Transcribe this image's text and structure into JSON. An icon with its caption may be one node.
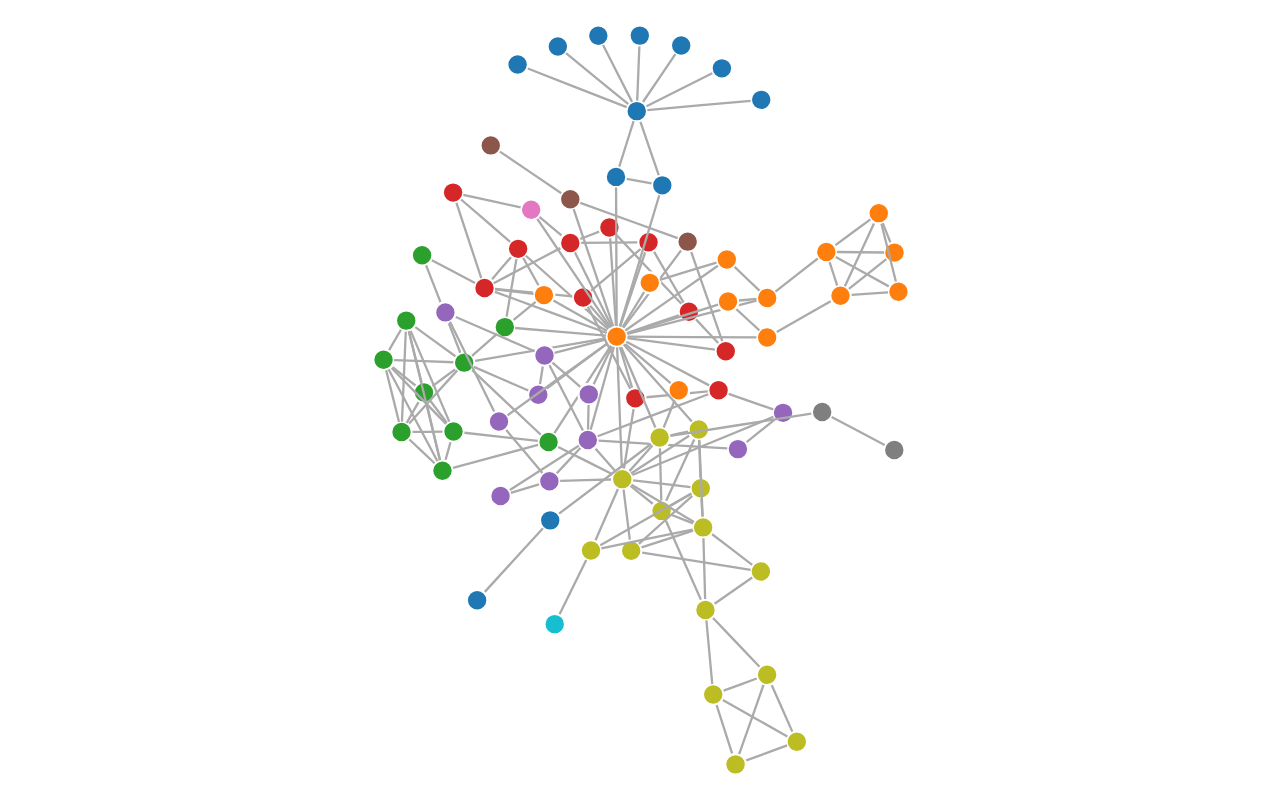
{
  "diagram": {
    "nodes": [
      {
        "text": [],
        "shape": "circle"
      },
      {
        "text": [],
        "shape": "circle"
      },
      {
        "text": [],
        "shape": "circle"
      },
      {
        "text": [],
        "shape": "circle"
      },
      {
        "text": [],
        "shape": "circle"
      },
      {
        "text": [],
        "shape": "circle"
      },
      {
        "text": [],
        "shape": "circle"
      },
      {
        "text": [],
        "shape": "circle"
      },
      {
        "text": [],
        "shape": "circle"
      },
      {
        "text": [],
        "shape": "circle"
      },
      {
        "text": [],
        "shape": "circle"
      },
      {
        "text": [],
        "shape": "circle"
      },
      {
        "text": [],
        "shape": "circle"
      },
      {
        "text": [],
        "shape": "circle"
      },
      {
        "text": [],
        "shape": "circle"
      },
      {
        "text": [],
        "shape": "circle"
      },
      {
        "text": [],
        "shape": "circle"
      },
      {
        "text": [],
        "shape": "circle"
      },
      {
        "text": [],
        "shape": "circle"
      },
      {
        "text": [],
        "shape": "circle"
      },
      {
        "text": [],
        "shape": "circle"
      },
      {
        "text": [],
        "shape": "circle"
      },
      {
        "text": [],
        "shape": "circle"
      },
      {
        "text": [],
        "shape": "circle"
      },
      {
        "text": [],
        "shape": "circle"
      },
      {
        "text": [],
        "shape": "circle"
      },
      {
        "text": [],
        "shape": "circle"
      },
      {
        "text": [],
        "shape": "circle"
      },
      {
        "text": [],
        "shape": "circle"
      },
      {
        "text": [],
        "shape": "circle"
      },
      {
        "text": [],
        "shape": "circle"
      },
      {
        "text": [],
        "shape": "circle"
      },
      {
        "text": [],
        "shape": "circle"
      },
      {
        "text": [],
        "shape": "circle"
      },
      {
        "text": [],
        "shape": "circle"
      },
      {
        "text": [],
        "shape": "circle"
      },
      {
        "text": [],
        "shape": "circle"
      },
      {
        "text": [],
        "shape": "circle"
      },
      {
        "text": [],
        "shape": "circle"
      },
      {
        "text": [],
        "shape": "circle"
      },
      {
        "text": [],
        "shape": "circle"
      },
      {
        "text": [],
        "shape": "circle"
      },
      {
        "text": [],
        "shape": "circle"
      },
      {
        "text": [],
        "shape": "circle"
      },
      {
        "text": [],
        "shape": "circle"
      },
      {
        "text": [],
        "shape": "circle"
      },
      {
        "text": [],
        "shape": "circle"
      },
      {
        "text": [],
        "shape": "circle"
      },
      {
        "text": [],
        "shape": "circle"
      },
      {
        "text": [],
        "shape": "circle"
      },
      {
        "text": [],
        "shape": "circle"
      },
      {
        "text": [],
        "shape": "circle"
      },
      {
        "text": [],
        "shape": "circle"
      },
      {
        "text": [],
        "shape": "circle"
      },
      {
        "text": [],
        "shape": "circle"
      },
      {
        "text": [],
        "shape": "circle"
      },
      {
        "text": [],
        "shape": "circle"
      },
      {
        "text": [],
        "shape": "circle"
      },
      {
        "text": [],
        "shape": "circle"
      },
      {
        "text": [],
        "shape": "circle"
      },
      {
        "text": [],
        "shape": "circle"
      },
      {
        "text": [],
        "shape": "circle"
      },
      {
        "text": [],
        "shape": "circle"
      },
      {
        "text": [],
        "shape": "circle"
      },
      {
        "text": [],
        "shape": "circle"
      },
      {
        "text": [],
        "shape": "circle"
      },
      {
        "text": [],
        "shape": "circle"
      },
      {
        "text": [],
        "shape": "circle"
      },
      {
        "text": [],
        "shape": "circle"
      },
      {
        "text": [],
        "shape": "circle"
      },
      {
        "text": [],
        "shape": "circle"
      },
      {
        "text": [],
        "shape": "circle"
      },
      {
        "text": [],
        "shape": "circle"
      },
      {
        "text": [],
        "shape": "circle"
      },
      {
        "text": [],
        "shape": "circle"
      },
      {
        "text": [],
        "shape": "circle"
      },
      {
        "text": [],
        "shape": "circle"
      }
    ],
    "edges": [
      {
        "from": 0,
        "to": 1,
        "arrow": "none"
      },
      {
        "from": 0,
        "to": 2,
        "arrow": "none"
      },
      {
        "from": 0,
        "to": 3,
        "arrow": "none"
      },
      {
        "from": 0,
        "to": 4,
        "arrow": "none"
      },
      {
        "from": 0,
        "to": 5,
        "arrow": "none"
      },
      {
        "from": 1,
        "to": 2,
        "arrow": "none"
      },
      {
        "from": 1,
        "to": 3,
        "arrow": "none"
      },
      {
        "from": 1,
        "to": 4,
        "arrow": "none"
      },
      {
        "from": 1,
        "to": 5,
        "arrow": "none"
      },
      {
        "from": 2,
        "to": 3,
        "arrow": "none"
      },
      {
        "from": 2,
        "to": 4,
        "arrow": "none"
      },
      {
        "from": 2,
        "to": 5,
        "arrow": "none"
      },
      {
        "from": 3,
        "to": 4,
        "arrow": "none"
      },
      {
        "from": 3,
        "to": 5,
        "arrow": "none"
      },
      {
        "from": 4,
        "to": 5,
        "arrow": "none"
      },
      {
        "from": 0,
        "to": 7,
        "arrow": "none"
      },
      {
        "from": 1,
        "to": 7,
        "arrow": "none"
      },
      {
        "from": 2,
        "to": 7,
        "arrow": "none"
      },
      {
        "from": 3,
        "to": 6,
        "arrow": "none"
      },
      {
        "from": 4,
        "to": 7,
        "arrow": "none"
      },
      {
        "from": 5,
        "to": 6,
        "arrow": "none"
      },
      {
        "from": 6,
        "to": 7,
        "arrow": "none"
      },
      {
        "from": 7,
        "to": 8,
        "arrow": "none"
      },
      {
        "from": 7,
        "to": 9,
        "arrow": "none"
      },
      {
        "from": 7,
        "to": 36,
        "arrow": "none"
      },
      {
        "from": 6,
        "to": 36,
        "arrow": "none"
      },
      {
        "from": 8,
        "to": 22,
        "arrow": "none"
      },
      {
        "from": 9,
        "to": 36,
        "arrow": "none"
      },
      {
        "from": 7,
        "to": 12,
        "arrow": "none"
      },
      {
        "from": 6,
        "to": 58,
        "arrow": "none"
      },
      {
        "from": 10,
        "to": 13,
        "arrow": "none"
      },
      {
        "from": 10,
        "to": 14,
        "arrow": "none"
      },
      {
        "from": 11,
        "to": 14,
        "arrow": "none"
      },
      {
        "from": 11,
        "to": 17,
        "arrow": "none"
      },
      {
        "from": 12,
        "to": 13,
        "arrow": "none"
      },
      {
        "from": 13,
        "to": 14,
        "arrow": "none"
      },
      {
        "from": 14,
        "to": 15,
        "arrow": "none"
      },
      {
        "from": 15,
        "to": 16,
        "arrow": "none"
      },
      {
        "from": 14,
        "to": 17,
        "arrow": "none"
      },
      {
        "from": 16,
        "to": 58,
        "arrow": "none"
      },
      {
        "from": 13,
        "to": 18,
        "arrow": "none"
      },
      {
        "from": 18,
        "to": 19,
        "arrow": "none"
      },
      {
        "from": 17,
        "to": 19,
        "arrow": "none"
      },
      {
        "from": 19,
        "to": 36,
        "arrow": "none"
      },
      {
        "from": 12,
        "to": 36,
        "arrow": "none"
      },
      {
        "from": 13,
        "to": 36,
        "arrow": "none"
      },
      {
        "from": 14,
        "to": 36,
        "arrow": "none"
      },
      {
        "from": 17,
        "to": 58,
        "arrow": "none"
      },
      {
        "from": 10,
        "to": 36,
        "arrow": "none"
      },
      {
        "from": 30,
        "to": 16,
        "arrow": "none"
      },
      {
        "from": 30,
        "to": 14,
        "arrow": "none"
      },
      {
        "from": 20,
        "to": 21,
        "arrow": "none"
      },
      {
        "from": 20,
        "to": 22,
        "arrow": "none"
      },
      {
        "from": 21,
        "to": 22,
        "arrow": "none"
      },
      {
        "from": 22,
        "to": 23,
        "arrow": "none"
      },
      {
        "from": 23,
        "to": 24,
        "arrow": "none"
      },
      {
        "from": 24,
        "to": 25,
        "arrow": "none"
      },
      {
        "from": 25,
        "to": 26,
        "arrow": "none"
      },
      {
        "from": 22,
        "to": 25,
        "arrow": "none"
      },
      {
        "from": 23,
        "to": 27,
        "arrow": "none"
      },
      {
        "from": 27,
        "to": 28,
        "arrow": "none"
      },
      {
        "from": 28,
        "to": 29,
        "arrow": "none"
      },
      {
        "from": 29,
        "to": 35,
        "arrow": "none"
      },
      {
        "from": 24,
        "to": 28,
        "arrow": "none"
      },
      {
        "from": 26,
        "to": 36,
        "arrow": "none"
      },
      {
        "from": 25,
        "to": 36,
        "arrow": "none"
      },
      {
        "from": 27,
        "to": 36,
        "arrow": "none"
      },
      {
        "from": 22,
        "to": 36,
        "arrow": "none"
      },
      {
        "from": 21,
        "to": 36,
        "arrow": "none"
      },
      {
        "from": 23,
        "to": 36,
        "arrow": "none"
      },
      {
        "from": 24,
        "to": 36,
        "arrow": "none"
      },
      {
        "from": 28,
        "to": 36,
        "arrow": "none"
      },
      {
        "from": 29,
        "to": 36,
        "arrow": "none"
      },
      {
        "from": 30,
        "to": 36,
        "arrow": "none"
      },
      {
        "from": 30,
        "to": 26,
        "arrow": "none"
      },
      {
        "from": 21,
        "to": 9,
        "arrow": "none"
      },
      {
        "from": 20,
        "to": 32,
        "arrow": "none"
      },
      {
        "from": 31,
        "to": 36,
        "arrow": "none"
      },
      {
        "from": 31,
        "to": 9,
        "arrow": "none"
      },
      {
        "from": 31,
        "to": 21,
        "arrow": "none"
      },
      {
        "from": 31,
        "to": 22,
        "arrow": "none"
      },
      {
        "from": 32,
        "to": 36,
        "arrow": "none"
      },
      {
        "from": 32,
        "to": 23,
        "arrow": "none"
      },
      {
        "from": 33,
        "to": 34,
        "arrow": "none"
      },
      {
        "from": 34,
        "to": 35,
        "arrow": "none"
      },
      {
        "from": 35,
        "to": 36,
        "arrow": "none"
      },
      {
        "from": 34,
        "to": 36,
        "arrow": "none"
      },
      {
        "from": 36,
        "to": 37,
        "arrow": "none"
      },
      {
        "from": 36,
        "to": 38,
        "arrow": "none"
      },
      {
        "from": 36,
        "to": 39,
        "arrow": "none"
      },
      {
        "from": 36,
        "to": 40,
        "arrow": "none"
      },
      {
        "from": 36,
        "to": 41,
        "arrow": "none"
      },
      {
        "from": 36,
        "to": 42,
        "arrow": "none"
      },
      {
        "from": 38,
        "to": 39,
        "arrow": "none"
      },
      {
        "from": 39,
        "to": 40,
        "arrow": "none"
      },
      {
        "from": 40,
        "to": 41,
        "arrow": "none"
      },
      {
        "from": 41,
        "to": 42,
        "arrow": "none"
      },
      {
        "from": 43,
        "to": 44,
        "arrow": "none"
      },
      {
        "from": 43,
        "to": 45,
        "arrow": "none"
      },
      {
        "from": 43,
        "to": 46,
        "arrow": "none"
      },
      {
        "from": 44,
        "to": 47,
        "arrow": "none"
      },
      {
        "from": 45,
        "to": 46,
        "arrow": "none"
      },
      {
        "from": 46,
        "to": 47,
        "arrow": "none"
      },
      {
        "from": 44,
        "to": 45,
        "arrow": "none"
      },
      {
        "from": 43,
        "to": 47,
        "arrow": "none"
      },
      {
        "from": 44,
        "to": 46,
        "arrow": "none"
      },
      {
        "from": 42,
        "to": 44,
        "arrow": "none"
      },
      {
        "from": 40,
        "to": 43,
        "arrow": "none"
      },
      {
        "from": 37,
        "to": 61,
        "arrow": "none"
      },
      {
        "from": 48,
        "to": 36,
        "arrow": "none"
      },
      {
        "from": 49,
        "to": 36,
        "arrow": "none"
      },
      {
        "from": 48,
        "to": 50,
        "arrow": "none"
      },
      {
        "from": 49,
        "to": 50,
        "arrow": "none"
      },
      {
        "from": 50,
        "to": 51,
        "arrow": "none"
      },
      {
        "from": 50,
        "to": 52,
        "arrow": "none"
      },
      {
        "from": 50,
        "to": 53,
        "arrow": "none"
      },
      {
        "from": 50,
        "to": 54,
        "arrow": "none"
      },
      {
        "from": 50,
        "to": 55,
        "arrow": "none"
      },
      {
        "from": 50,
        "to": 56,
        "arrow": "none"
      },
      {
        "from": 50,
        "to": 57,
        "arrow": "none"
      },
      {
        "from": 48,
        "to": 49,
        "arrow": "none"
      },
      {
        "from": 58,
        "to": 36,
        "arrow": "none"
      },
      {
        "from": 58,
        "to": 59,
        "arrow": "none"
      },
      {
        "from": 58,
        "to": 60,
        "arrow": "none"
      },
      {
        "from": 58,
        "to": 61,
        "arrow": "none"
      },
      {
        "from": 58,
        "to": 62,
        "arrow": "none"
      },
      {
        "from": 58,
        "to": 63,
        "arrow": "none"
      },
      {
        "from": 58,
        "to": 64,
        "arrow": "none"
      },
      {
        "from": 58,
        "to": 65,
        "arrow": "none"
      },
      {
        "from": 59,
        "to": 63,
        "arrow": "none"
      },
      {
        "from": 59,
        "to": 64,
        "arrow": "none"
      },
      {
        "from": 60,
        "to": 61,
        "arrow": "none"
      },
      {
        "from": 60,
        "to": 62,
        "arrow": "none"
      },
      {
        "from": 60,
        "to": 63,
        "arrow": "none"
      },
      {
        "from": 60,
        "to": 64,
        "arrow": "none"
      },
      {
        "from": 61,
        "to": 62,
        "arrow": "none"
      },
      {
        "from": 61,
        "to": 36,
        "arrow": "none"
      },
      {
        "from": 62,
        "to": 63,
        "arrow": "none"
      },
      {
        "from": 62,
        "to": 64,
        "arrow": "none"
      },
      {
        "from": 62,
        "to": 67,
        "arrow": "none"
      },
      {
        "from": 63,
        "to": 64,
        "arrow": "none"
      },
      {
        "from": 63,
        "to": 65,
        "arrow": "none"
      },
      {
        "from": 64,
        "to": 65,
        "arrow": "none"
      },
      {
        "from": 64,
        "to": 66,
        "arrow": "none"
      },
      {
        "from": 64,
        "to": 67,
        "arrow": "none"
      },
      {
        "from": 65,
        "to": 66,
        "arrow": "none"
      },
      {
        "from": 66,
        "to": 67,
        "arrow": "none"
      },
      {
        "from": 67,
        "to": 68,
        "arrow": "none"
      },
      {
        "from": 67,
        "to": 70,
        "arrow": "none"
      },
      {
        "from": 68,
        "to": 69,
        "arrow": "none"
      },
      {
        "from": 68,
        "to": 70,
        "arrow": "none"
      },
      {
        "from": 69,
        "to": 70,
        "arrow": "none"
      },
      {
        "from": 70,
        "to": 71,
        "arrow": "none"
      },
      {
        "from": 68,
        "to": 71,
        "arrow": "none"
      },
      {
        "from": 69,
        "to": 71,
        "arrow": "none"
      },
      {
        "from": 59,
        "to": 72,
        "arrow": "none"
      },
      {
        "from": 60,
        "to": 36,
        "arrow": "none"
      },
      {
        "from": 61,
        "to": 73,
        "arrow": "none"
      },
      {
        "from": 73,
        "to": 74,
        "arrow": "none"
      },
      {
        "from": 61,
        "to": 75,
        "arrow": "none"
      },
      {
        "from": 75,
        "to": 76,
        "arrow": "none"
      },
      {
        "from": 58,
        "to": 14,
        "arrow": "none"
      },
      {
        "from": 58,
        "to": 26,
        "arrow": "none"
      }
    ]
  }
}
